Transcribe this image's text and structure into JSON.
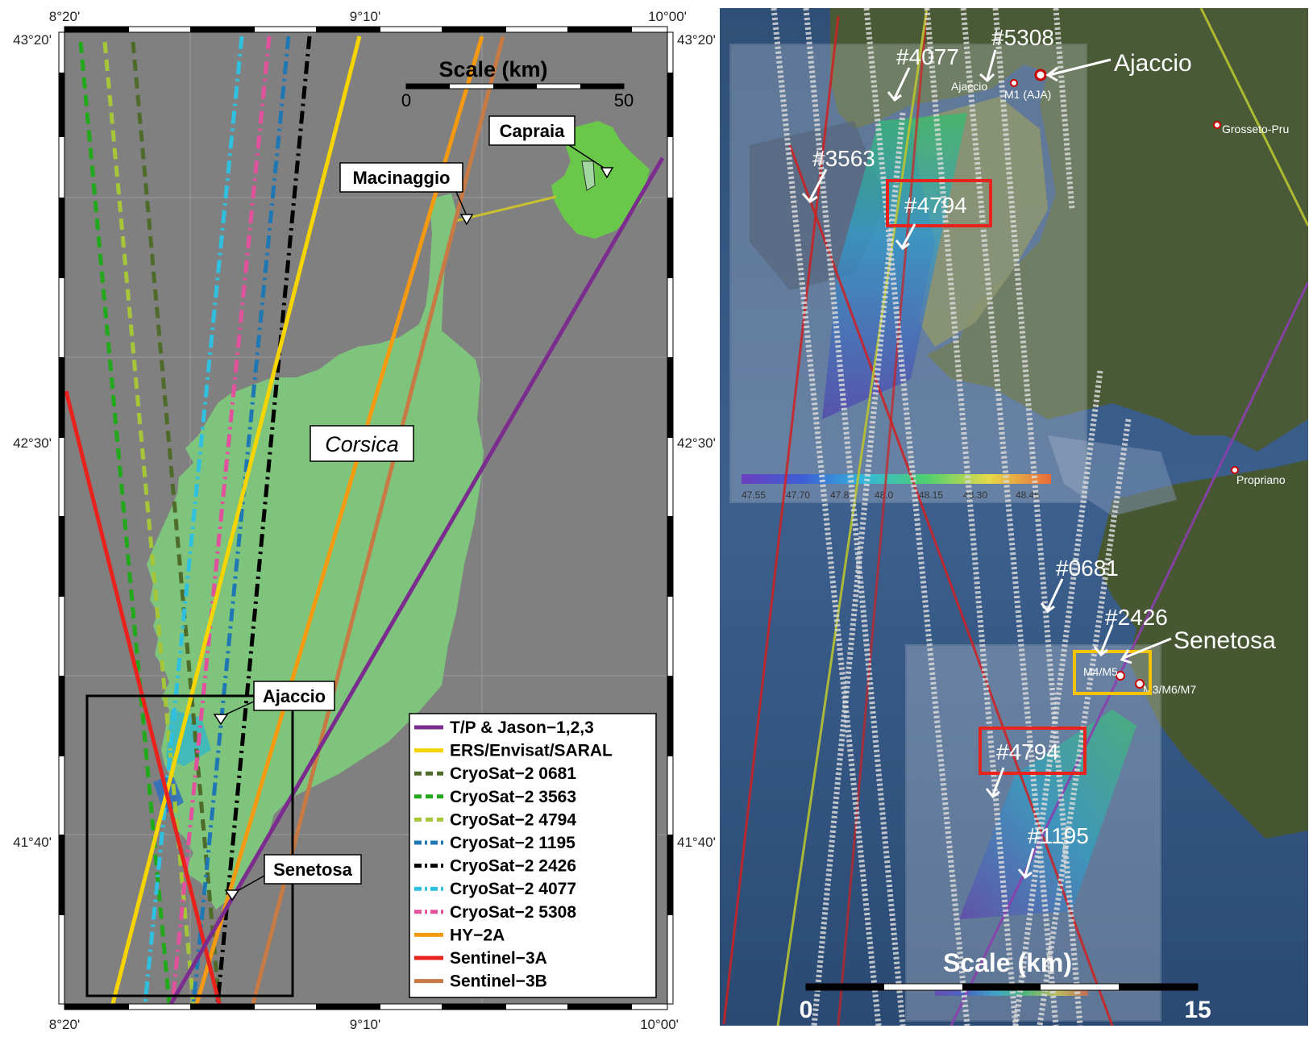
{
  "left_map": {
    "ticks": {
      "top": [
        "8°20'",
        "9°10'",
        "10°00'"
      ],
      "bottom": [
        "8°20'",
        "9°10'",
        "10°00'"
      ],
      "left": [
        "43°20'",
        "42°30'",
        "41°40'"
      ],
      "right": [
        "43°20'",
        "42°30'",
        "41°40'"
      ]
    },
    "scale": {
      "title": "Scale (km)",
      "min": "0",
      "max": "50"
    },
    "island_label": "Corsica",
    "places": [
      "Capraia",
      "Macinaggio",
      "Ajaccio",
      "Senetosa"
    ],
    "legend": [
      {
        "label": "T/P & Jason−1,2,3",
        "color": "#7b2d8e",
        "style": "solid"
      },
      {
        "label": "ERS/Envisat/SARAL",
        "color": "#f5d400",
        "style": "solid"
      },
      {
        "label": "CryoSat−2 0681",
        "color": "#4e6b2a",
        "style": "dash"
      },
      {
        "label": "CryoSat−2 3563",
        "color": "#22a81b",
        "style": "dash"
      },
      {
        "label": "CryoSat−2 4794",
        "color": "#a6c63a",
        "style": "dash"
      },
      {
        "label": "CryoSat−2 1195",
        "color": "#1f78b4",
        "style": "dashdot"
      },
      {
        "label": "CryoSat−2 2426",
        "color": "#000000",
        "style": "dashdot"
      },
      {
        "label": "CryoSat−2 4077",
        "color": "#2fc0e0",
        "style": "dashdot"
      },
      {
        "label": "CryoSat−2 5308",
        "color": "#e0529c",
        "style": "dashdot"
      },
      {
        "label": "HY−2A",
        "color": "#f59a10",
        "style": "solid"
      },
      {
        "label": "Sentinel−3A",
        "color": "#e8221c",
        "style": "solid"
      },
      {
        "label": "Sentinel−3B",
        "color": "#c77a44",
        "style": "solid"
      }
    ]
  },
  "right_map": {
    "track_labels": [
      "#5308",
      "#4077",
      "#3563",
      "#4794",
      "#0681",
      "#2426",
      "#4794",
      "#1195"
    ],
    "places": [
      "Ajaccio",
      "Senetosa"
    ],
    "small_labels": [
      "Ajaccio",
      "M1 (AJA)",
      "Grosseto-Pru",
      "Propriano",
      "M4/M5",
      "M3/M6/M7"
    ],
    "colorbar_ticks": [
      "47.55",
      "47.70",
      "47.8",
      "48.0",
      "48.15",
      "48.30",
      "48.45"
    ],
    "scale": {
      "title": "Scale (km)",
      "min": "0",
      "max": "15"
    }
  }
}
